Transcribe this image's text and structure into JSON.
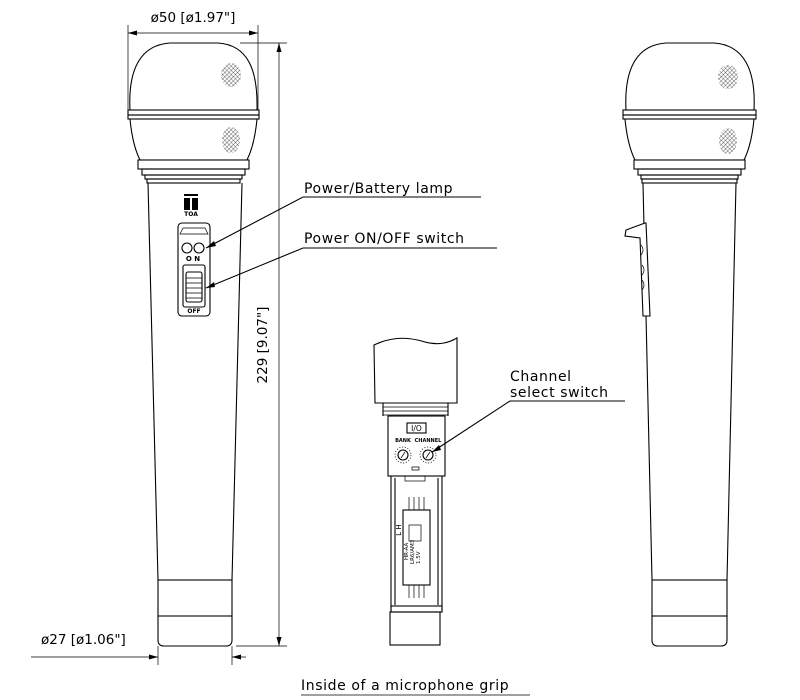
{
  "dimensions": {
    "head_diameter": "ø50 [ø1.97\"]",
    "length": "229 [9.07\"]",
    "grip_diameter": "ø27 [ø1.06\"]"
  },
  "callouts": {
    "lamp": "Power/Battery lamp",
    "switch": "Power ON/OFF switch",
    "channel_line1": "Channel",
    "channel_line2": "select switch"
  },
  "panel_markings": {
    "brand": "TOA",
    "on": "O N",
    "off": "OFF",
    "io": "I/O",
    "bank": "BANK",
    "channel": "CHANNEL",
    "battery": "HR-AA",
    "battery2": "LR6/AM3",
    "voltage": "1.5V",
    "lh": "L H"
  },
  "caption": "Inside of a microphone grip",
  "colors": {
    "line": "#000000",
    "background": "#ffffff"
  }
}
